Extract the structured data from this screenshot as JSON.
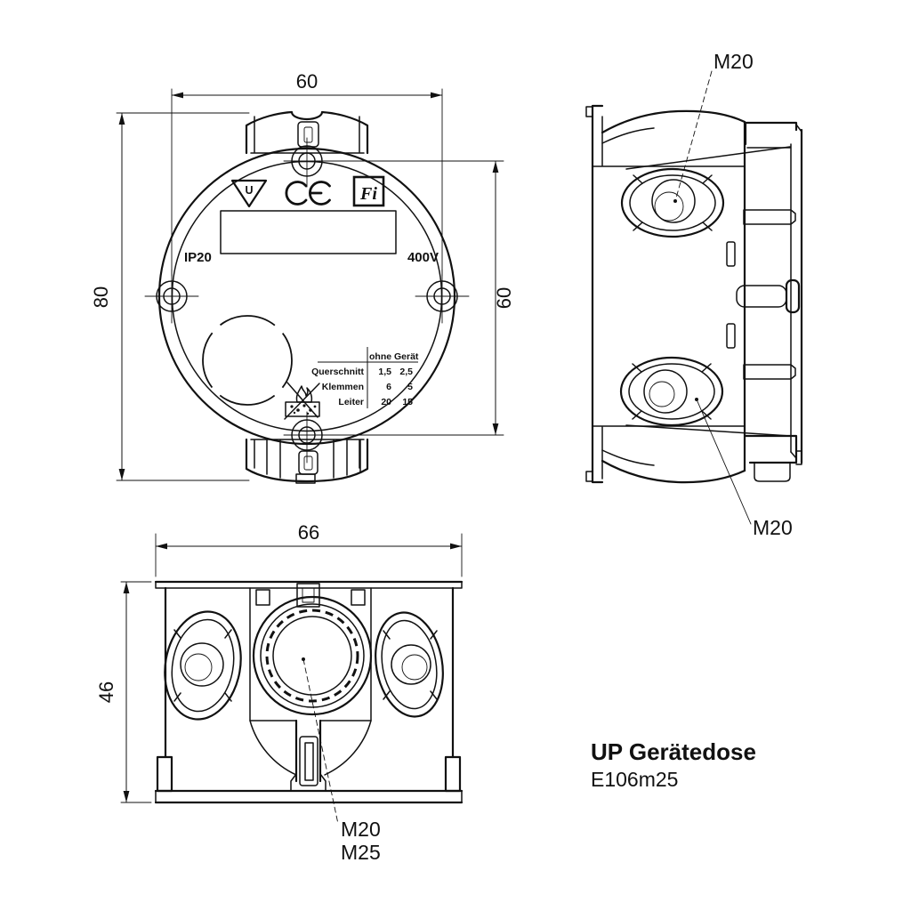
{
  "drawing": {
    "background": "#ffffff",
    "line_color": "#111111",
    "front_view": {
      "dim_top": "60",
      "dim_left": "80",
      "dim_right": "60",
      "ip_rating": "IP20",
      "voltage": "400V",
      "symbol_u": "U",
      "symbol_fi": "Fi",
      "table": {
        "header": "ohne Gerät",
        "rows": [
          {
            "label": "Querschnitt",
            "col1": "1,5",
            "col2": "2,5"
          },
          {
            "label": "Klemmen",
            "col1": "6",
            "col2": "5"
          },
          {
            "label": "Leiter",
            "col1": "20",
            "col2": "15"
          }
        ]
      }
    },
    "side_view": {
      "label_top": "M20",
      "label_bottom": "M20"
    },
    "bottom_view": {
      "dim_top": "66",
      "dim_left": "46",
      "label_line1": "M20",
      "label_line2": "M25"
    },
    "title_block": {
      "title": "UP Gerätedose",
      "model": "E106m25"
    }
  }
}
